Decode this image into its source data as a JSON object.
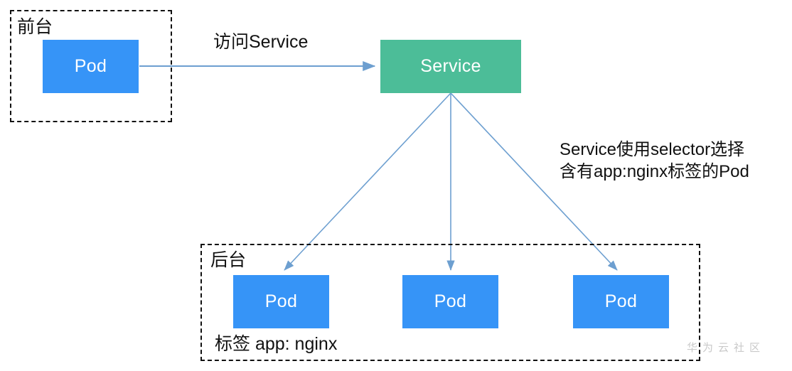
{
  "diagram": {
    "title_text_absent": true,
    "colors": {
      "pod_fill": "#3694F7",
      "service_fill": "#4CBD98",
      "arrow_stroke": "#6D9FD0",
      "group_border": "#111111",
      "text": "#111111",
      "watermark": "#c9c9c9"
    },
    "groups": [
      {
        "id": "frontend",
        "label": "前台"
      },
      {
        "id": "backend",
        "label": "后台"
      }
    ],
    "nodes": [
      {
        "id": "frontend-pod",
        "label": "Pod",
        "kind": "pod"
      },
      {
        "id": "service",
        "label": "Service",
        "kind": "service"
      },
      {
        "id": "backend-pod-1",
        "label": "Pod",
        "kind": "pod"
      },
      {
        "id": "backend-pod-2",
        "label": "Pod",
        "kind": "pod"
      },
      {
        "id": "backend-pod-3",
        "label": "Pod",
        "kind": "pod"
      }
    ],
    "edges": [
      {
        "id": "access-service",
        "from": "frontend-pod",
        "to": "service",
        "label": "访问Service"
      },
      {
        "id": "service-to-pod-1",
        "from": "service",
        "to": "backend-pod-1",
        "label": ""
      },
      {
        "id": "service-to-pod-2",
        "from": "service",
        "to": "backend-pod-2",
        "label": ""
      },
      {
        "id": "service-to-pod-3",
        "from": "service",
        "to": "backend-pod-3",
        "label": ""
      }
    ],
    "notes": {
      "selector_line1": "Service使用selector选择",
      "selector_line2": "含有app:nginx标签的Pod"
    },
    "captions": {
      "backend_label_caption": "标签 app: nginx"
    },
    "watermark": "华为云社区"
  }
}
